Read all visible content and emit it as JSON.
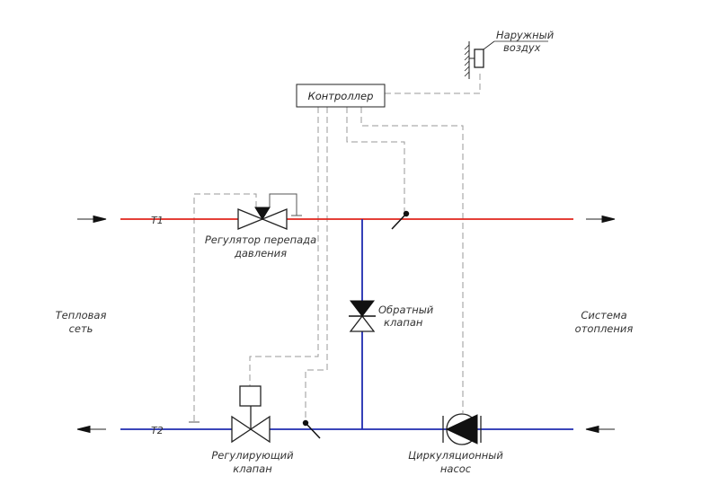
{
  "labels": {
    "outdoor_air_1": "Наружный",
    "outdoor_air_2": "воздух",
    "controller": "Контроллер",
    "heat_network_1": "Тепловая",
    "heat_network_2": "сеть",
    "heating_system_1": "Система",
    "heating_system_2": "отопления",
    "supply_line": "T1",
    "return_line": "T2",
    "dp_regulator_1": "Регулятор перепада",
    "dp_regulator_2": "давления",
    "check_valve_1": "Обратный",
    "check_valve_2": "клапан",
    "control_valve_1": "Регулирующий",
    "control_valve_2": "клапан",
    "pump_1": "Циркуляционный",
    "pump_2": "насос"
  },
  "colors": {
    "supply": "#e0241c",
    "return": "#1f2bb0",
    "control_line": "#9a9a9a",
    "symbol": "#222222"
  }
}
